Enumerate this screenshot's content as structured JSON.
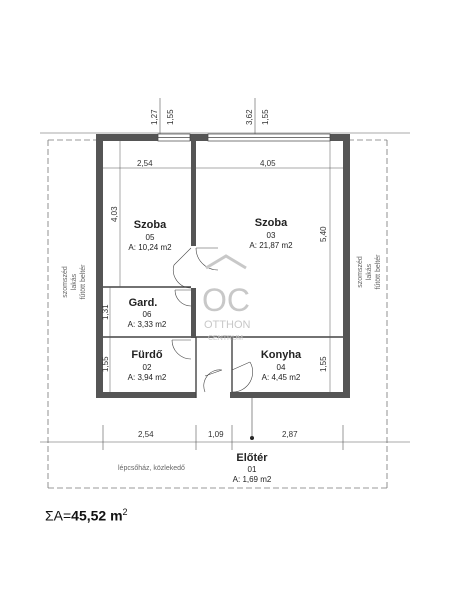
{
  "rooms": [
    {
      "name": "Szoba",
      "number": "05",
      "area": "A: 10,24 m2"
    },
    {
      "name": "Szoba",
      "number": "03",
      "area": "A: 21,87 m2"
    },
    {
      "name": "Gard.",
      "number": "06",
      "area": "A: 3,33 m2"
    },
    {
      "name": "Fürdő",
      "number": "02",
      "area": "A: 3,94 m2"
    },
    {
      "name": "Konyha",
      "number": "04",
      "area": "A: 4,45 m2"
    },
    {
      "name": "Előtér",
      "number": "01",
      "area": "A: 1,69 m2"
    }
  ],
  "dimensions": {
    "top_left_window": [
      "1,27",
      "1,55"
    ],
    "top_right_window": [
      "3,62",
      "1,55"
    ],
    "inner_left_width": "2,54",
    "inner_right_width": "4,05",
    "left_room_height": "4,03",
    "right_room_height": "5,40",
    "gard_height": "1,31",
    "bath_height": "1,55",
    "kitchen_height": "1,55",
    "bottom": [
      "2,54",
      "1,09",
      "2,87"
    ]
  },
  "labels": {
    "neighbor_left": [
      "szomszéd",
      "lakás",
      "fűtött beltér"
    ],
    "neighbor_right": [
      "szomszéd",
      "lakás",
      "fűtött beltér"
    ],
    "stairwell": "lépcsőház, közlekedő"
  },
  "watermark": {
    "logo": "OC",
    "line1": "OTTHON",
    "line2": "CENTRUM"
  },
  "total": {
    "prefix": "ΣA=",
    "value": "45,52 m",
    "unit_sup": "2"
  },
  "colors": {
    "wall": "#555555",
    "line": "#333333",
    "dash": "#777777",
    "watermark": "#c8c8c8"
  }
}
